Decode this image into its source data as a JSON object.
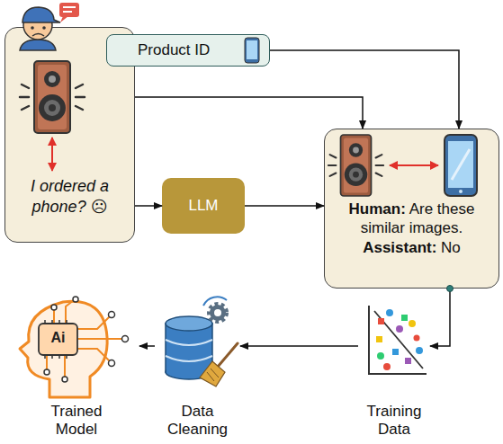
{
  "diagram": {
    "nodes": [
      {
        "text": [
          "I ordered a phone? ☹"
        ]
      },
      {
        "text": [
          "Product ID"
        ]
      },
      {
        "text": [
          "LLM"
        ]
      },
      {
        "text": [
          "Human: Are these similar images.",
          "Assistant: No"
        ]
      },
      {
        "text": [
          "Trained Model"
        ]
      },
      {
        "text": [
          "Data Cleaning"
        ]
      },
      {
        "text": [
          "Training Data"
        ]
      }
    ],
    "edges": [
      {
        "from": 1,
        "to": 3,
        "arrow": "to"
      },
      {
        "from": 0,
        "to": 3,
        "arrow": "to"
      },
      {
        "from": 0,
        "to": 2,
        "arrow": "to"
      },
      {
        "from": 2,
        "to": 3,
        "arrow": "to"
      },
      {
        "from": 3,
        "to": 6,
        "arrow": "to"
      },
      {
        "from": 6,
        "to": 5,
        "arrow": "to"
      },
      {
        "from": 5,
        "to": 4,
        "arrow": "to"
      }
    ],
    "labels": [
      "Ai"
    ]
  }
}
